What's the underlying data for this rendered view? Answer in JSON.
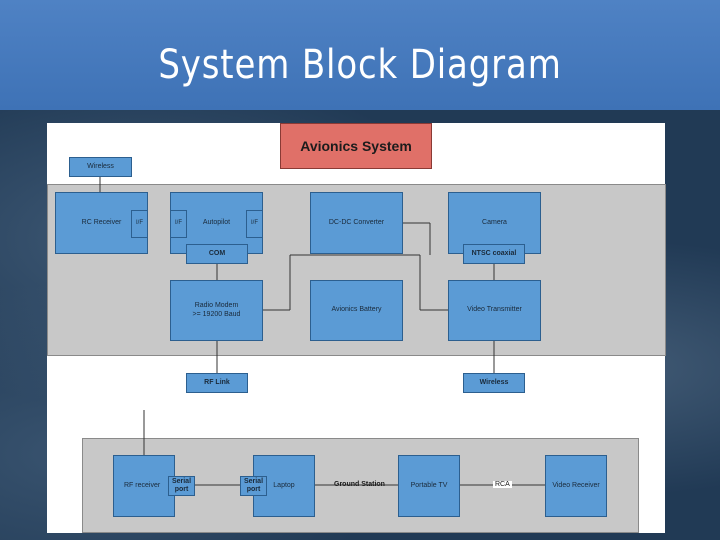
{
  "slide": {
    "title": "System Block Diagram"
  },
  "diagram": {
    "avionics_system": "Avionics System",
    "wireless_top": "Wireless",
    "rc_receiver": "RC Receiver",
    "rc_port": "I/F",
    "autopilot": "Autopilot",
    "autopilot_port_left": "I/F",
    "autopilot_port_right": "I/F",
    "com": "COM",
    "dcdc_converter": "DC-DC Converter",
    "camera": "Camera",
    "ntsc_coaxial": "NTSC coaxial",
    "radio_modem_line1": "Radio Modem",
    "radio_modem_line2": ">= 19200 Baud",
    "avionics_battery": "Avionics Battery",
    "video_transmitter": "Video Transmitter",
    "rf_link": "RF Link",
    "wireless_mid": "Wireless",
    "rf_receiver": "RF receiver",
    "serial_port_a_line1": "Serial",
    "serial_port_a_line2": "port",
    "serial_port_b_line1": "Serial",
    "serial_port_b_line2": "port",
    "laptop": "Laptop",
    "ground_station": "Ground Station",
    "portable_tv": "Portable TV",
    "rca": "RCA",
    "video_receiver": "Video Receiver"
  },
  "colors": {
    "title_bar": "#4f82c4",
    "block_fill": "#5b9bd5",
    "avionics_fill": "#e07068",
    "region_fill": "#c8c8c8"
  }
}
